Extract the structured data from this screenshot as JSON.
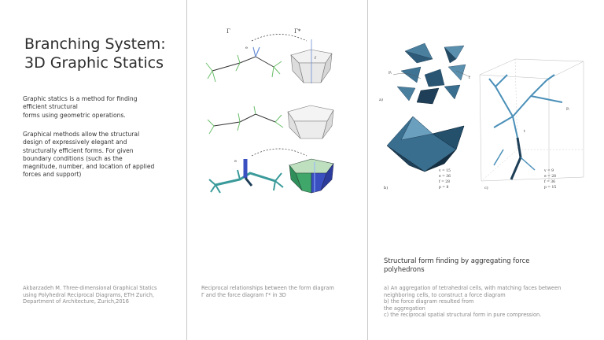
{
  "left": {
    "title_line1": "Branching System:",
    "title_line2": "3D Graphic Statics",
    "para1_lines": [
      "Graphic statics is a method for finding",
      "efficient structural",
      "forms using geometric operations."
    ],
    "para2_lines": [
      "Graphical methods allow the structural",
      "design of expressively elegant and",
      "structurally efficient forms. For given",
      "boundary conditions (such as the",
      "magnitude, number, and location of applied",
      "forces and support)"
    ],
    "citation_lines": [
      "Akbarzadeh M. Three-dimensional Graphical Statics",
      "using Polyhedral Reciprocal Diagrams, ETH Zurich,",
      "Department of Architecture, Zurich,2016"
    ]
  },
  "middle": {
    "fig_labels": {
      "gamma": "Γ",
      "gamma_star": "Γ*",
      "e1": "e",
      "f1": "f"
    },
    "caption_lines": [
      "Reciprocal relationships between the form diagram",
      "Γ and the force diagram Γ* in 3D"
    ]
  },
  "right": {
    "heading_lines": [
      "Structural form finding by aggregating force",
      "polyhedrons"
    ],
    "caption_lines": [
      "a) An aggregation of tetrahedral cells, with matching faces between",
      "neighboring cells, to construct a force diagram",
      "b) the force diagram resulted from",
      "the aggregation",
      "c) the reciprocal spatial structural form in pure compression."
    ],
    "fig_labels": {
      "a": "a)",
      "b": "b)",
      "c": "c)",
      "fk": "f",
      "pi": "Pᵢ",
      "tl": "t"
    },
    "stats_b": [
      "v = 15",
      "e = 36",
      "f = 28",
      "p = 8"
    ],
    "stats_c": [
      "v = 9",
      "e = 28",
      "f = 36",
      "p = 15"
    ]
  },
  "colors": {
    "divider": "#c8c8c8",
    "form_green": "#6bbf6b",
    "force_blue": "#3a4fc0",
    "force_green": "#2f8f5a",
    "teal": "#3a9a9a",
    "tetra_blue": "#4a7f9e",
    "tetra_dark": "#1e3f57"
  }
}
